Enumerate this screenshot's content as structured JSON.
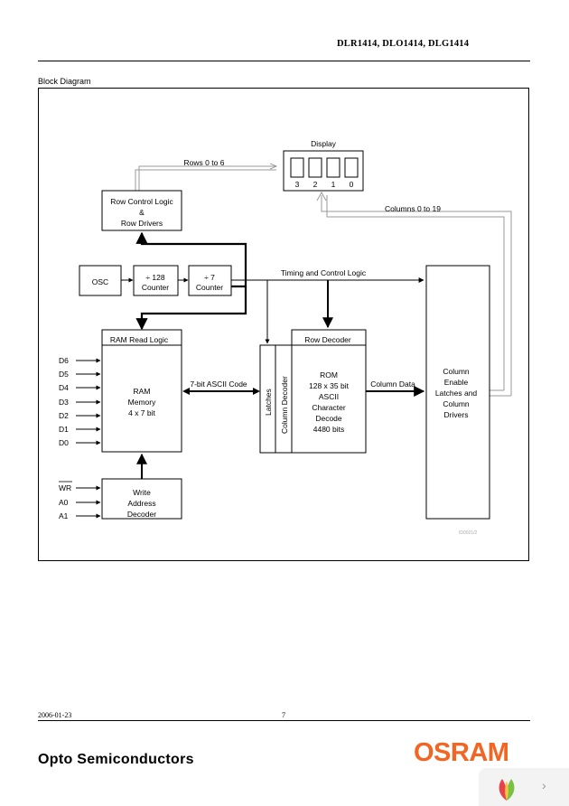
{
  "header": {
    "title": "DLR1414, DLO1414, DLG1414"
  },
  "section_label": "Block Diagram",
  "diagram": {
    "display": {
      "label": "Display",
      "digits": [
        "3",
        "2",
        "1",
        "0"
      ]
    },
    "rows_label": "Rows 0 to 6",
    "columns_label": "Columns 0 to 19",
    "row_control": [
      "Row Control Logic",
      "&",
      "Row Drivers"
    ],
    "osc": "OSC",
    "counter128": [
      "÷ 128",
      "Counter"
    ],
    "counter7": [
      "÷ 7",
      "Counter"
    ],
    "timing_label": "Timing and Control Logic",
    "ram_read_logic": "RAM Read Logic",
    "ram": [
      "RAM",
      "Memory",
      "4 x 7 bit"
    ],
    "data_inputs": [
      "D6",
      "D5",
      "D4",
      "D3",
      "D2",
      "D1",
      "D0"
    ],
    "addr_inputs": [
      "WR",
      "A0",
      "A1"
    ],
    "write_decoder": [
      "Write",
      "Address",
      "Decoder"
    ],
    "ascii_bus_label": "7-bit ASCII Code",
    "latches": "Latches",
    "column_decoder": "Column Decoder",
    "row_decoder": "Row Decoder",
    "rom": [
      "ROM",
      "128 x 35 bit",
      "ASCII",
      "Character",
      "Decode",
      "4480 bits"
    ],
    "column_data_label": "Column Data",
    "column_drivers": [
      "Column",
      "Enable",
      "Latches and",
      "Column",
      "Drivers"
    ],
    "figure_code": "ID0021/2"
  },
  "footer": {
    "date": "2006-01-23",
    "page": "7",
    "company": "Opto Semiconductors",
    "logo": "OSRAM"
  }
}
